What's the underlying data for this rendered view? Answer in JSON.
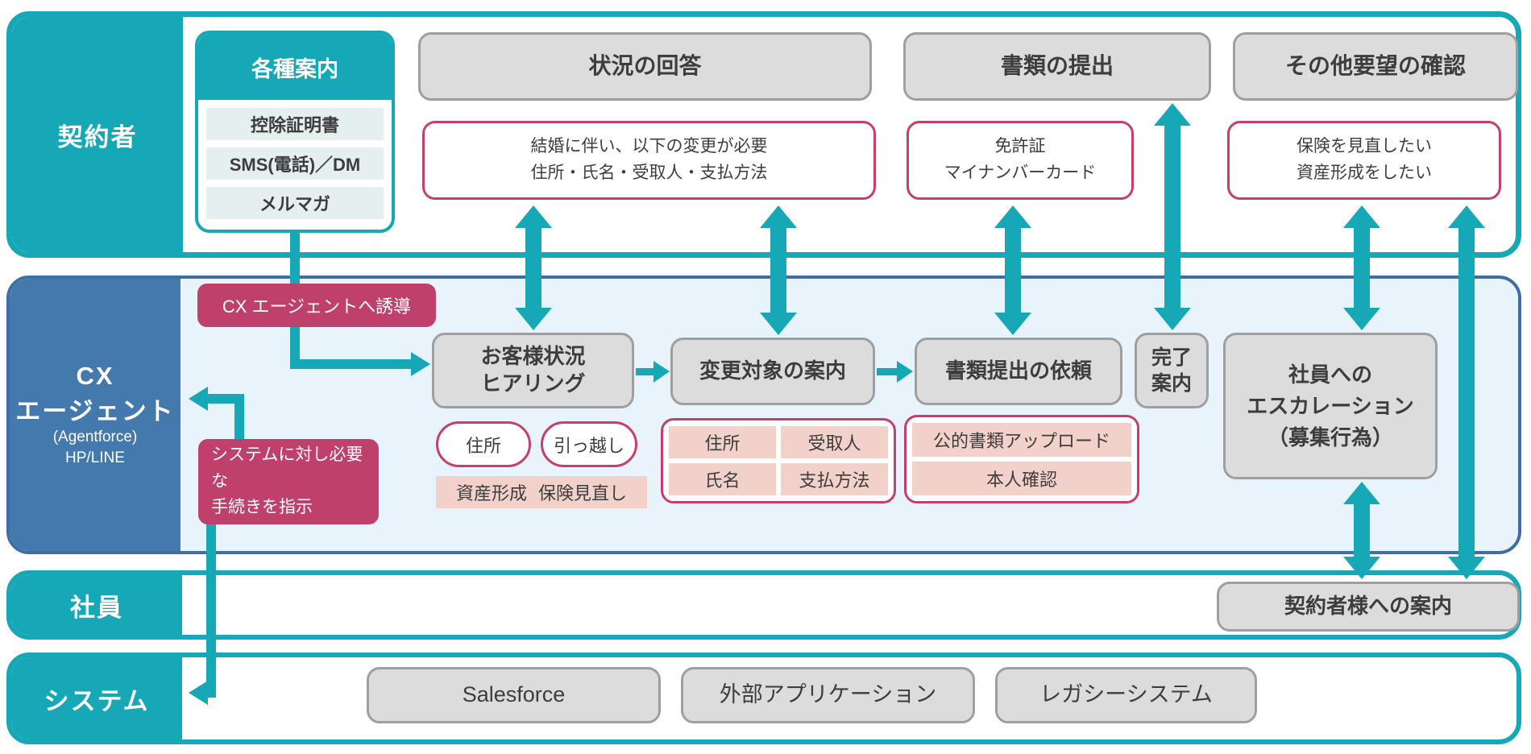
{
  "colors": {
    "teal": "#16a8b6",
    "magenta": "#c0406c",
    "pink_border": "#c43f6c",
    "pink_light": "#f2d1cb",
    "blue_label": "#4379ad",
    "blue_border": "#3f6da6",
    "cx_bg": "#e8f3fb",
    "gray_box": "#dcdcdd"
  },
  "lanes": {
    "contractor": {
      "label": "契約者"
    },
    "cx": {
      "line1": "CX",
      "line2": "エージェント",
      "line3": "(Agentforce)",
      "line4": "HP/LINE"
    },
    "employee": {
      "label": "社員"
    },
    "system": {
      "label": "システム"
    }
  },
  "guide_card": {
    "title": "各種案内",
    "items": [
      "控除証明書",
      "SMS(電話)／DM",
      "メルマガ"
    ]
  },
  "phase_headers": {
    "situation": "状況の回答",
    "documents": "書類の提出",
    "other": "その他要望の確認"
  },
  "speech": {
    "marriage": {
      "line1": "結婚に伴い、以下の変更が必要",
      "line2": "住所・氏名・受取人・支払方法"
    },
    "license": {
      "line1": "免許証",
      "line2": "マイナンバーカード"
    },
    "review": {
      "line1": "保険を見直したい",
      "line2": "資産形成をしたい"
    }
  },
  "badges": {
    "guide_to_cx": "CX エージェントへ誘導",
    "instruct_system": {
      "line1": "システムに対し必要な",
      "line2": "手続きを指示"
    }
  },
  "steps": {
    "hearing": {
      "line1": "お客様状況",
      "line2": "ヒアリング"
    },
    "change_guide": "変更対象の案内",
    "doc_request": "書類提出の依頼",
    "complete": {
      "line1": "完了",
      "line2": "案内"
    },
    "escalation": {
      "line1": "社員への",
      "line2": "エスカレーション",
      "line3": "（募集行為）"
    }
  },
  "chips": {
    "address": "住所",
    "moving": "引っ越し",
    "asset": "資産形成",
    "insurance_review": "保険見直し"
  },
  "change_grid": [
    "住所",
    "受取人",
    "氏名",
    "支払方法"
  ],
  "doc_grid": [
    "公的書類アップロード",
    "本人確認"
  ],
  "employee_box": "契約者様への案内",
  "system_boxes": [
    "Salesforce",
    "外部アプリケーション",
    "レガシーシステム"
  ]
}
